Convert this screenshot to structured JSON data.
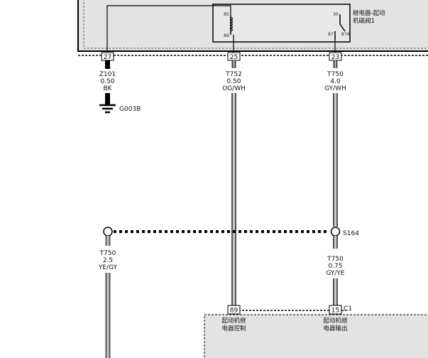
{
  "relay": {
    "name_line1": "继电器-起动",
    "name_line2": "机磁阀1",
    "coil_pin_top": "85",
    "coil_pin_bottom": "86",
    "contact_pin_in": "30",
    "contact_pin_out": "87",
    "contact_pin_alt": "87A"
  },
  "pins": {
    "p27": "27",
    "p25": "25",
    "p23": "23",
    "p89": "89",
    "p15": "15"
  },
  "wires": {
    "w1": {
      "circuit": "Z101",
      "size": "0.50",
      "color": "BK"
    },
    "w2": {
      "circuit": "T752",
      "size": "0.50",
      "color": "OG/WH"
    },
    "w3": {
      "circuit": "T750",
      "size": "4.0",
      "color": "GY/WH"
    },
    "w4": {
      "circuit": "T750",
      "size": "2.5",
      "color": "YE/GY"
    },
    "w5": {
      "circuit": "T750",
      "size": "0.75",
      "color": "GY/YE"
    }
  },
  "ground": {
    "label": "G003B"
  },
  "splice": {
    "label": "S164"
  },
  "connector": {
    "label": "C1"
  },
  "module": {
    "pin89_line1": "起动机继",
    "pin89_line2": "电器控制",
    "pin15_line1": "起动机继",
    "pin15_line2": "电器输出"
  }
}
